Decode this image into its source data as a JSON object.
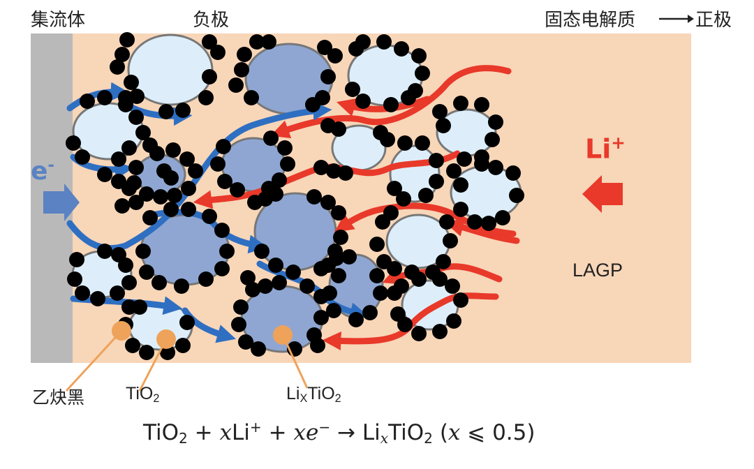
{
  "header": {
    "collector": "集流体",
    "anode": "负极",
    "electrolyte": "固态电解质",
    "cathode": "正极"
  },
  "labels": {
    "electron": "e",
    "electron_sup": "-",
    "lithium": "Li",
    "lithium_sup": "+",
    "lagp": "LAGP",
    "carbon_black": "乙炔黑",
    "tio2_main": "TiO",
    "tio2_sub": "2",
    "lixtio2_li": "Li",
    "lixtio2_x": "X",
    "lixtio2_tio": "TiO",
    "lixtio2_sub": "2"
  },
  "equation": {
    "t1": "TiO",
    "s1": "2",
    "t2": " + ",
    "x1": "x",
    "t3": "Li",
    "sp1": "+",
    "t4": " + ",
    "x2": "xe",
    "sp2": "−",
    "t5": " → Li",
    "s2": "x",
    "t6": "TiO",
    "s3": "2",
    "t7": " (",
    "x3": "x",
    "t8": " ⩽ 0.5)"
  },
  "colors": {
    "collector": "#b9b9b9",
    "electrolyte": "#f8d6b8",
    "tio2_particle": "#ddeefa",
    "lixtio2_particle": "#8fa6d2",
    "particle_border": "#777777",
    "carbon_black": "#000000",
    "electron_path": "#2f6fc2",
    "lithium_path": "#e8392a",
    "marker": "#eea25a",
    "electron_arrow": "#5b82c2"
  },
  "icons": [
    "electron-flow-arrow",
    "lithium-flow-arrow"
  ]
}
